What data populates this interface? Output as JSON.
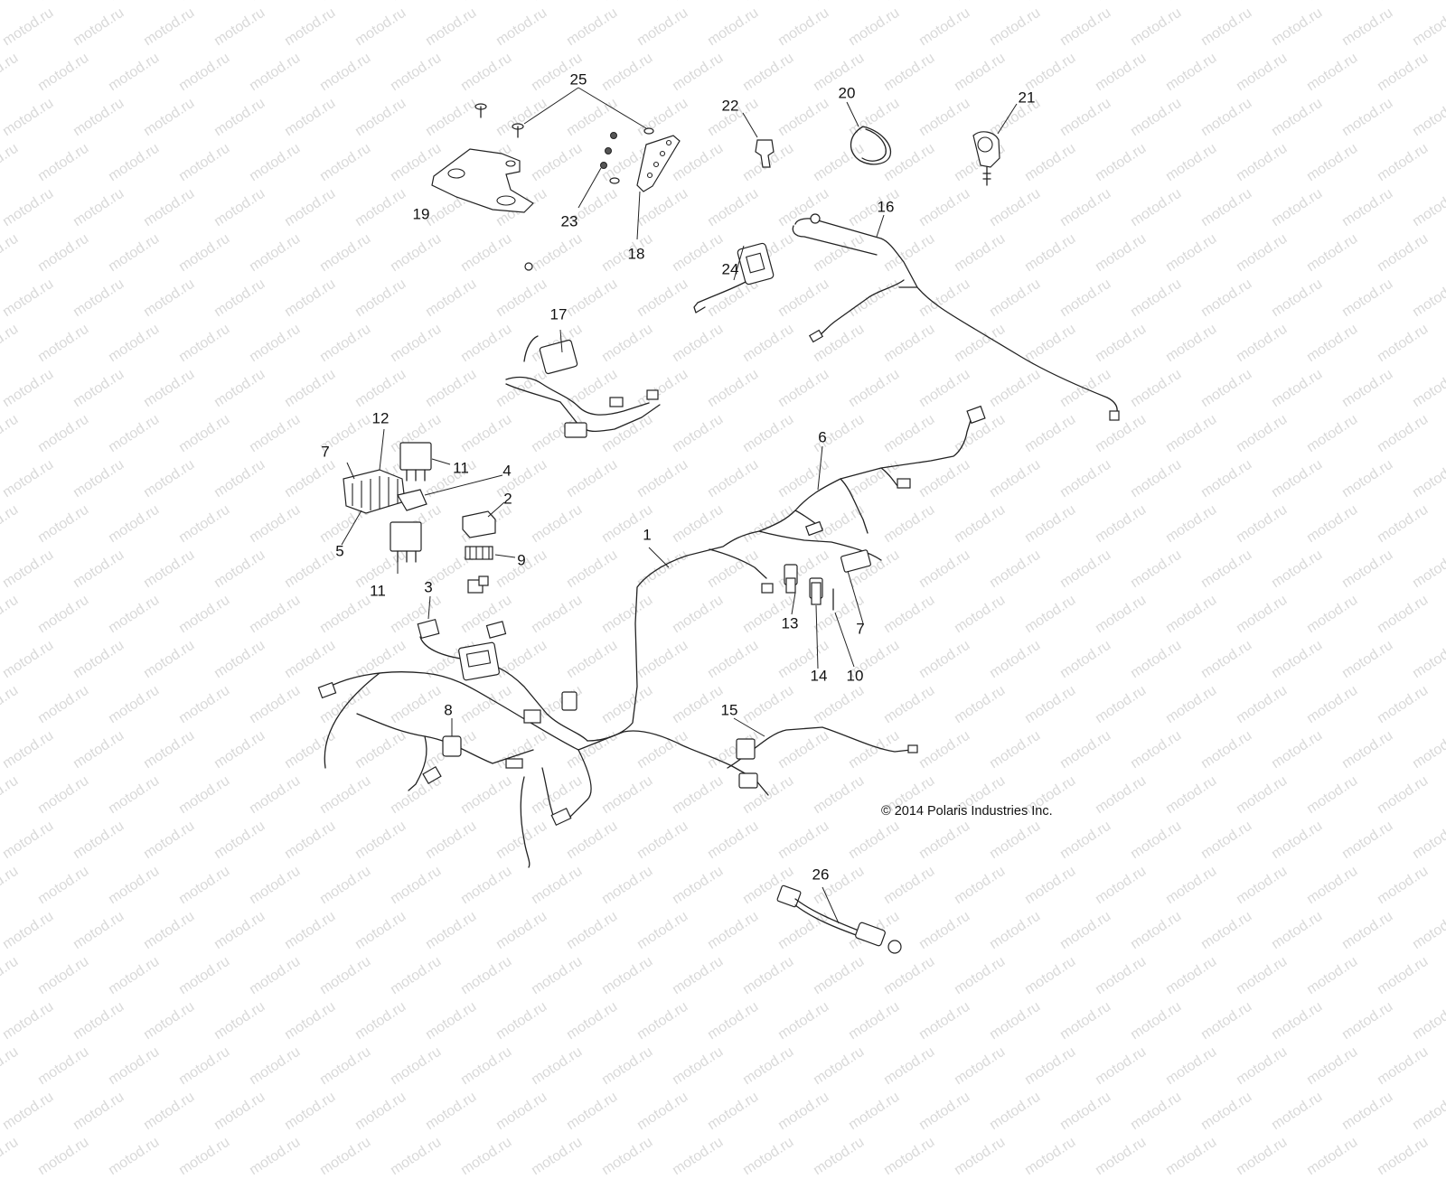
{
  "watermark": "motod.ru",
  "copyright": "© 2014 Polaris Industries Inc.",
  "callouts": [
    {
      "id": "c1",
      "label": "1"
    },
    {
      "id": "c2",
      "label": "2"
    },
    {
      "id": "c3",
      "label": "3"
    },
    {
      "id": "c4",
      "label": "4"
    },
    {
      "id": "c5",
      "label": "5"
    },
    {
      "id": "c6",
      "label": "6"
    },
    {
      "id": "c7a",
      "label": "7"
    },
    {
      "id": "c7b",
      "label": "7"
    },
    {
      "id": "c8",
      "label": "8"
    },
    {
      "id": "c9",
      "label": "9"
    },
    {
      "id": "c10",
      "label": "10"
    },
    {
      "id": "c11a",
      "label": "11"
    },
    {
      "id": "c11b",
      "label": "11"
    },
    {
      "id": "c12",
      "label": "12"
    },
    {
      "id": "c13",
      "label": "13"
    },
    {
      "id": "c14",
      "label": "14"
    },
    {
      "id": "c15",
      "label": "15"
    },
    {
      "id": "c16",
      "label": "16"
    },
    {
      "id": "c17",
      "label": "17"
    },
    {
      "id": "c18",
      "label": "18"
    },
    {
      "id": "c19",
      "label": "19"
    },
    {
      "id": "c20",
      "label": "20"
    },
    {
      "id": "c21",
      "label": "21"
    },
    {
      "id": "c22",
      "label": "22"
    },
    {
      "id": "c23",
      "label": "23"
    },
    {
      "id": "c24",
      "label": "24"
    },
    {
      "id": "c25",
      "label": "25"
    },
    {
      "id": "c26",
      "label": "26"
    }
  ],
  "colors": {
    "background": "#ffffff",
    "line": "#222222",
    "watermark": "#d9d9d9"
  }
}
